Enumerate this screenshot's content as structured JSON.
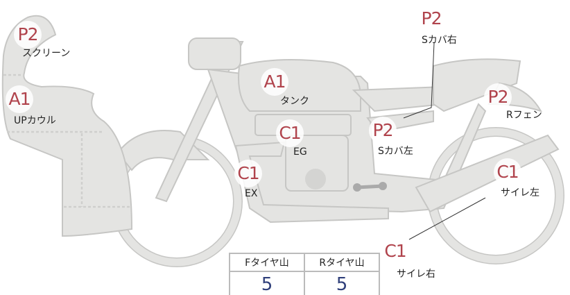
{
  "markers": [
    {
      "grade": "P2",
      "part": "スクリーン"
    },
    {
      "grade": "A1",
      "part": "UPカウル"
    },
    {
      "grade": "A1",
      "part": "タンク"
    },
    {
      "grade": "C1",
      "part": "EG"
    },
    {
      "grade": "C1",
      "part": "EX"
    },
    {
      "grade": "P2",
      "part": "Sカバ右"
    },
    {
      "grade": "P2",
      "part": "Sカバ左"
    },
    {
      "grade": "P2",
      "part": "Rフェン"
    },
    {
      "grade": "C1",
      "part": "サイレ左"
    },
    {
      "grade": "C1",
      "part": "サイレ右"
    }
  ],
  "tire_table": {
    "headers": [
      "Fタイヤ山",
      "Rタイヤ山"
    ],
    "values": [
      "5",
      "5"
    ]
  },
  "colors": {
    "marker": "#b0434c",
    "value": "#2f3f7a",
    "body": "#e4e4e2"
  }
}
